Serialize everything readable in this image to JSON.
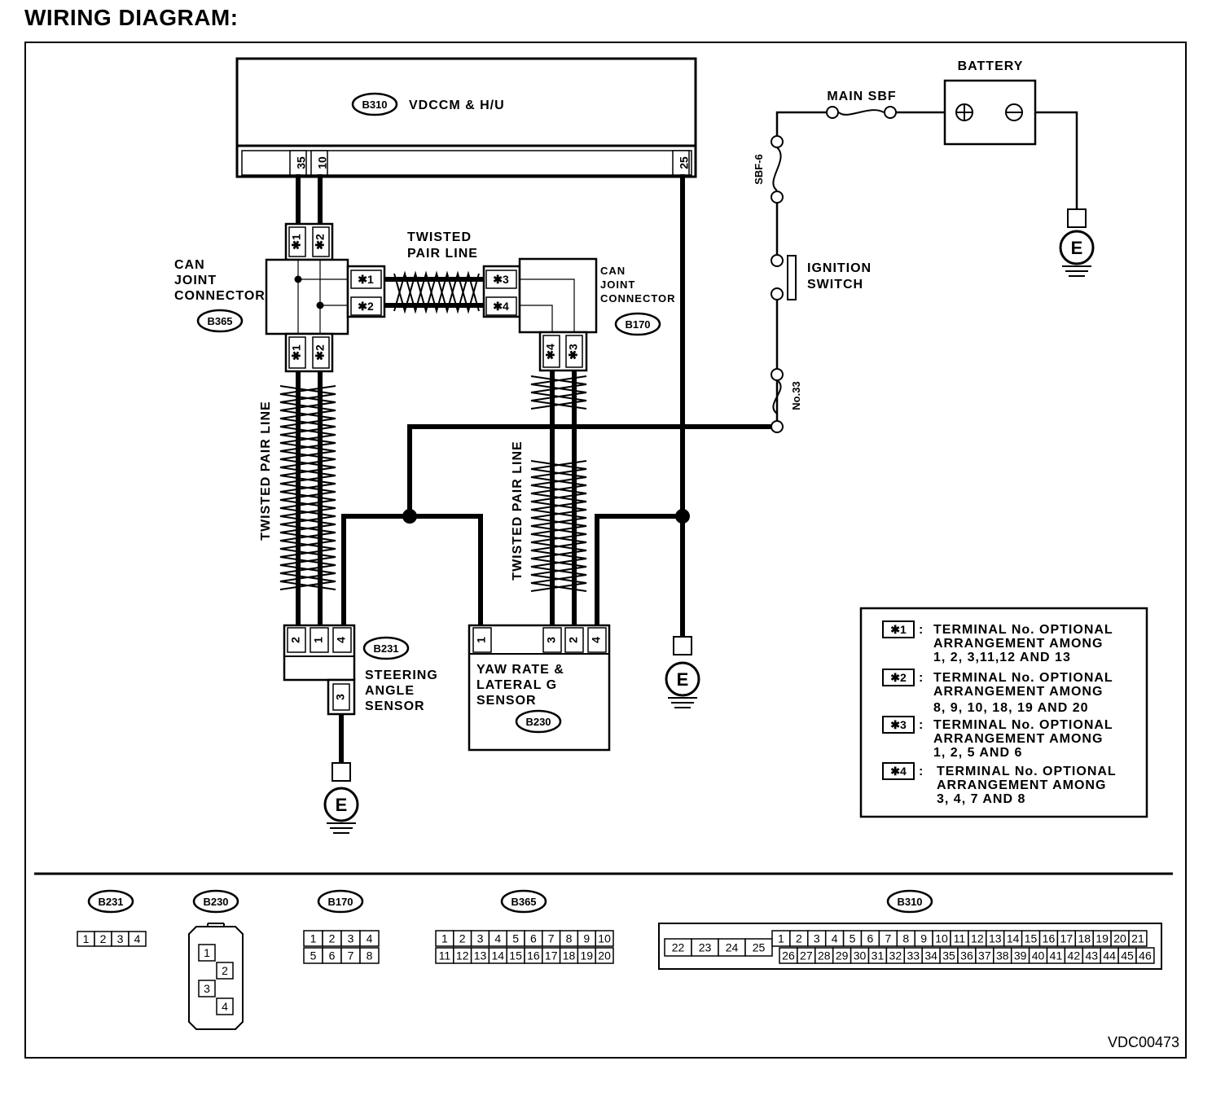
{
  "title": "WIRING DIAGRAM:",
  "figure_id": "VDC00473",
  "components": {
    "vdccm": {
      "code": "B310",
      "name": "VDCCM & H/U",
      "pins": [
        "35",
        "10",
        "25"
      ]
    },
    "can_joint_left": {
      "code": "B365",
      "name": [
        "CAN",
        "JOINT",
        "CONNECTOR"
      ],
      "top_pins": [
        "✱1",
        "✱2"
      ],
      "side_pins": [
        "✱1",
        "✱2"
      ],
      "bottom_pins": [
        "✱1",
        "✱2"
      ]
    },
    "can_joint_right": {
      "code": "B170",
      "name": [
        "CAN",
        "JOINT",
        "CONNECTOR"
      ],
      "side_pins": [
        "✱3",
        "✱4"
      ],
      "bottom_pins": [
        "✱4",
        "✱3"
      ]
    },
    "steering_sensor": {
      "code": "B231",
      "name": [
        "STEERING",
        "ANGLE",
        "SENSOR"
      ],
      "pins": [
        "2",
        "1",
        "4"
      ],
      "ground_pin": "3"
    },
    "yaw_sensor": {
      "code": "B230",
      "name": [
        "YAW RATE &",
        "LATERAL G",
        "SENSOR"
      ],
      "pins": [
        "1",
        "3",
        "2",
        "4"
      ]
    },
    "battery": {
      "name": "BATTERY"
    },
    "main_sbf": {
      "name": "MAIN SBF"
    },
    "sbf": {
      "name": "SBF-6"
    },
    "ignition_switch": {
      "name": [
        "IGNITION",
        "SWITCH"
      ]
    },
    "fuse": {
      "name": "No.33"
    },
    "ground_symbol": "E",
    "twisted_top": [
      "TWISTED",
      "PAIR LINE"
    ],
    "twisted_vertical": "TWISTED PAIR LINE"
  },
  "legend": [
    {
      "key": "✱1",
      "lines": [
        "TERMINAL No. OPTIONAL",
        "ARRANGEMENT AMONG",
        "1, 2, 3,11,12 AND 13"
      ]
    },
    {
      "key": "✱2",
      "lines": [
        "TERMINAL No. OPTIONAL",
        "ARRANGEMENT AMONG",
        "8, 9, 10, 18, 19 AND 20"
      ]
    },
    {
      "key": "✱3",
      "lines": [
        "TERMINAL No. OPTIONAL",
        "ARRANGEMENT AMONG",
        "1, 2, 5  AND 6"
      ]
    },
    {
      "key": "✱4",
      "lines": [
        "TERMINAL No. OPTIONAL",
        "ARRANGEMENT AMONG",
        "3, 4, 7 AND 8"
      ]
    }
  ],
  "connector_views": {
    "b231": {
      "code": "B231",
      "pins": [
        "1",
        "2",
        "3",
        "4"
      ]
    },
    "b230": {
      "code": "B230",
      "pins": [
        "1",
        "2",
        "3",
        "4"
      ]
    },
    "b170": {
      "code": "B170",
      "rows": [
        [
          "1",
          "2",
          "3",
          "4"
        ],
        [
          "5",
          "6",
          "7",
          "8"
        ]
      ]
    },
    "b365": {
      "code": "B365",
      "rows": [
        [
          "1",
          "2",
          "3",
          "4",
          "5",
          "6",
          "7",
          "8",
          "9",
          "10"
        ],
        [
          "11",
          "12",
          "13",
          "14",
          "15",
          "16",
          "17",
          "18",
          "19",
          "20"
        ]
      ]
    },
    "b310": {
      "code": "B310",
      "left": [
        "22",
        "23",
        "24",
        "25"
      ],
      "rows": [
        [
          "1",
          "2",
          "3",
          "4",
          "5",
          "6",
          "7",
          "8",
          "9",
          "10",
          "11",
          "12",
          "13",
          "14",
          "15",
          "16",
          "17",
          "18",
          "19",
          "20",
          "21"
        ],
        [
          "26",
          "27",
          "28",
          "29",
          "30",
          "31",
          "32",
          "33",
          "34",
          "35",
          "36",
          "37",
          "38",
          "39",
          "40",
          "41",
          "42",
          "43",
          "44",
          "45",
          "46"
        ]
      ]
    }
  }
}
